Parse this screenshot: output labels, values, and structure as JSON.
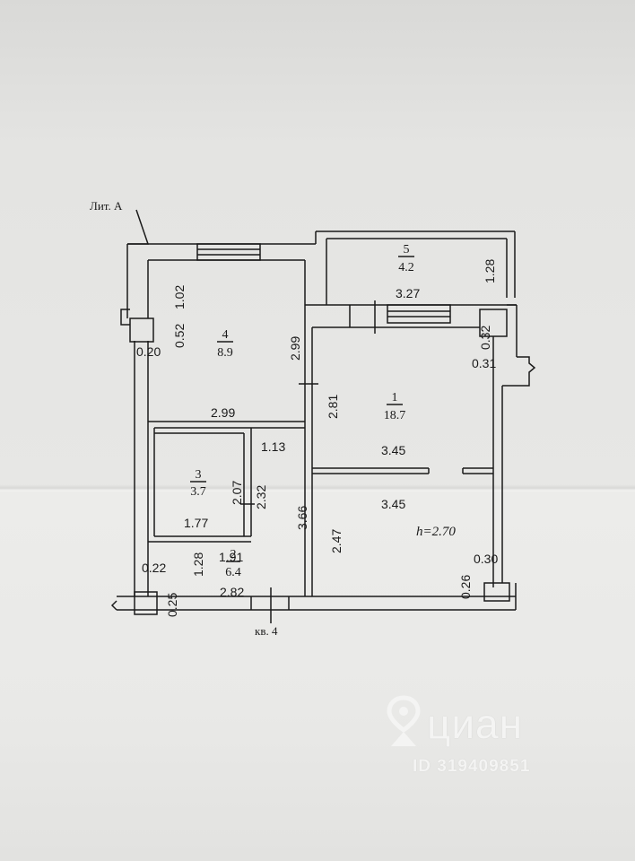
{
  "labels": {
    "building": "Лит. А",
    "apartment": "кв. 4",
    "ceiling_height": "h=2.70"
  },
  "rooms": [
    {
      "number": "1",
      "area": "18.7"
    },
    {
      "number": "2",
      "area": "6.4"
    },
    {
      "number": "3",
      "area": "3.7"
    },
    {
      "number": "4",
      "area": "8.9"
    },
    {
      "number": "5",
      "area": "4.2"
    }
  ],
  "dimensions": [
    "1.02",
    "0.52",
    "0.20",
    "2.99",
    "2.99",
    "1.28",
    "3.27",
    "0.32",
    "0.31",
    "2.81",
    "3.45",
    "3.45",
    "1.13",
    "2.07",
    "2.32",
    "3.66",
    "1.77",
    "2.47",
    "0.22",
    "1.28",
    "1.91",
    "0.25",
    "2.82",
    "0.26",
    "0.30"
  ],
  "watermark": {
    "brand": "циан",
    "id": "ID 319409851"
  }
}
